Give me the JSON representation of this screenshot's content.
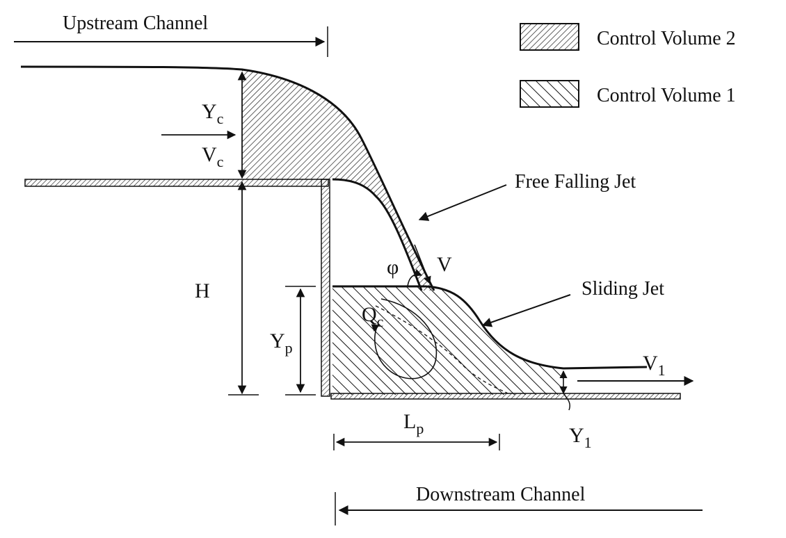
{
  "labels": {
    "upstream_channel": "Upstream Channel",
    "downstream_channel": "Downstream Channel",
    "free_falling_jet": "Free Falling Jet",
    "sliding_jet": "Sliding Jet"
  },
  "legend": {
    "cv2": "Control Volume 2",
    "cv1": "Control Volume 1"
  },
  "symbols": {
    "yc_main": "Y",
    "yc_sub": "c",
    "vc_main": "V",
    "vc_sub": "c",
    "h": "H",
    "yp_main": "Y",
    "yp_sub": "p",
    "lp_main": "L",
    "lp_sub": "p",
    "qc_main": "Q",
    "qc_sub": "c",
    "phi": "φ",
    "v": "V",
    "v1_main": "V",
    "v1_sub": "1",
    "y1_main": "Y",
    "y1_sub": "1"
  }
}
